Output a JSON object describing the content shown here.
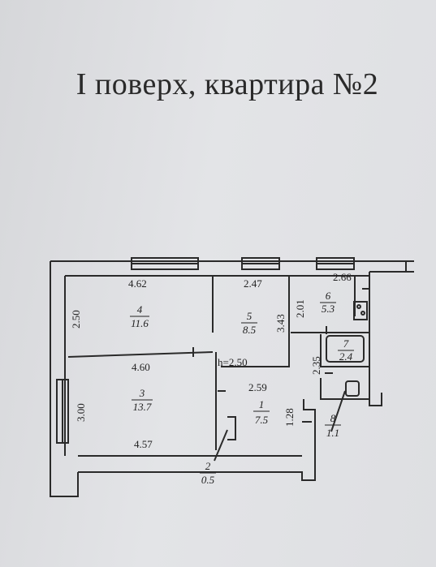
{
  "title": "І поверх, квартира №2",
  "ceiling_height": "h=2.50",
  "dimensions": {
    "room4_width": "4.62",
    "room4_depth": "2.50",
    "room3_width_top": "4.60",
    "room3_depth": "3.00",
    "room3_width_bottom": "4.57",
    "room5_width": "2.47",
    "room5_depth": "3.43",
    "room6_depth": "2.01",
    "room6_width": "2.66",
    "room7_depth": "2.35",
    "hall_width": "2.59",
    "hall_depth": "1.28"
  },
  "rooms": [
    {
      "number": "4",
      "area": "11.6"
    },
    {
      "number": "3",
      "area": "13.7"
    },
    {
      "number": "5",
      "area": "8.5"
    },
    {
      "number": "6",
      "area": "5.3"
    },
    {
      "number": "7",
      "area": "2.4"
    },
    {
      "number": "1",
      "area": "7.5"
    },
    {
      "number": "8",
      "area": "1.1"
    },
    {
      "number": "2",
      "area": "0.5"
    }
  ]
}
